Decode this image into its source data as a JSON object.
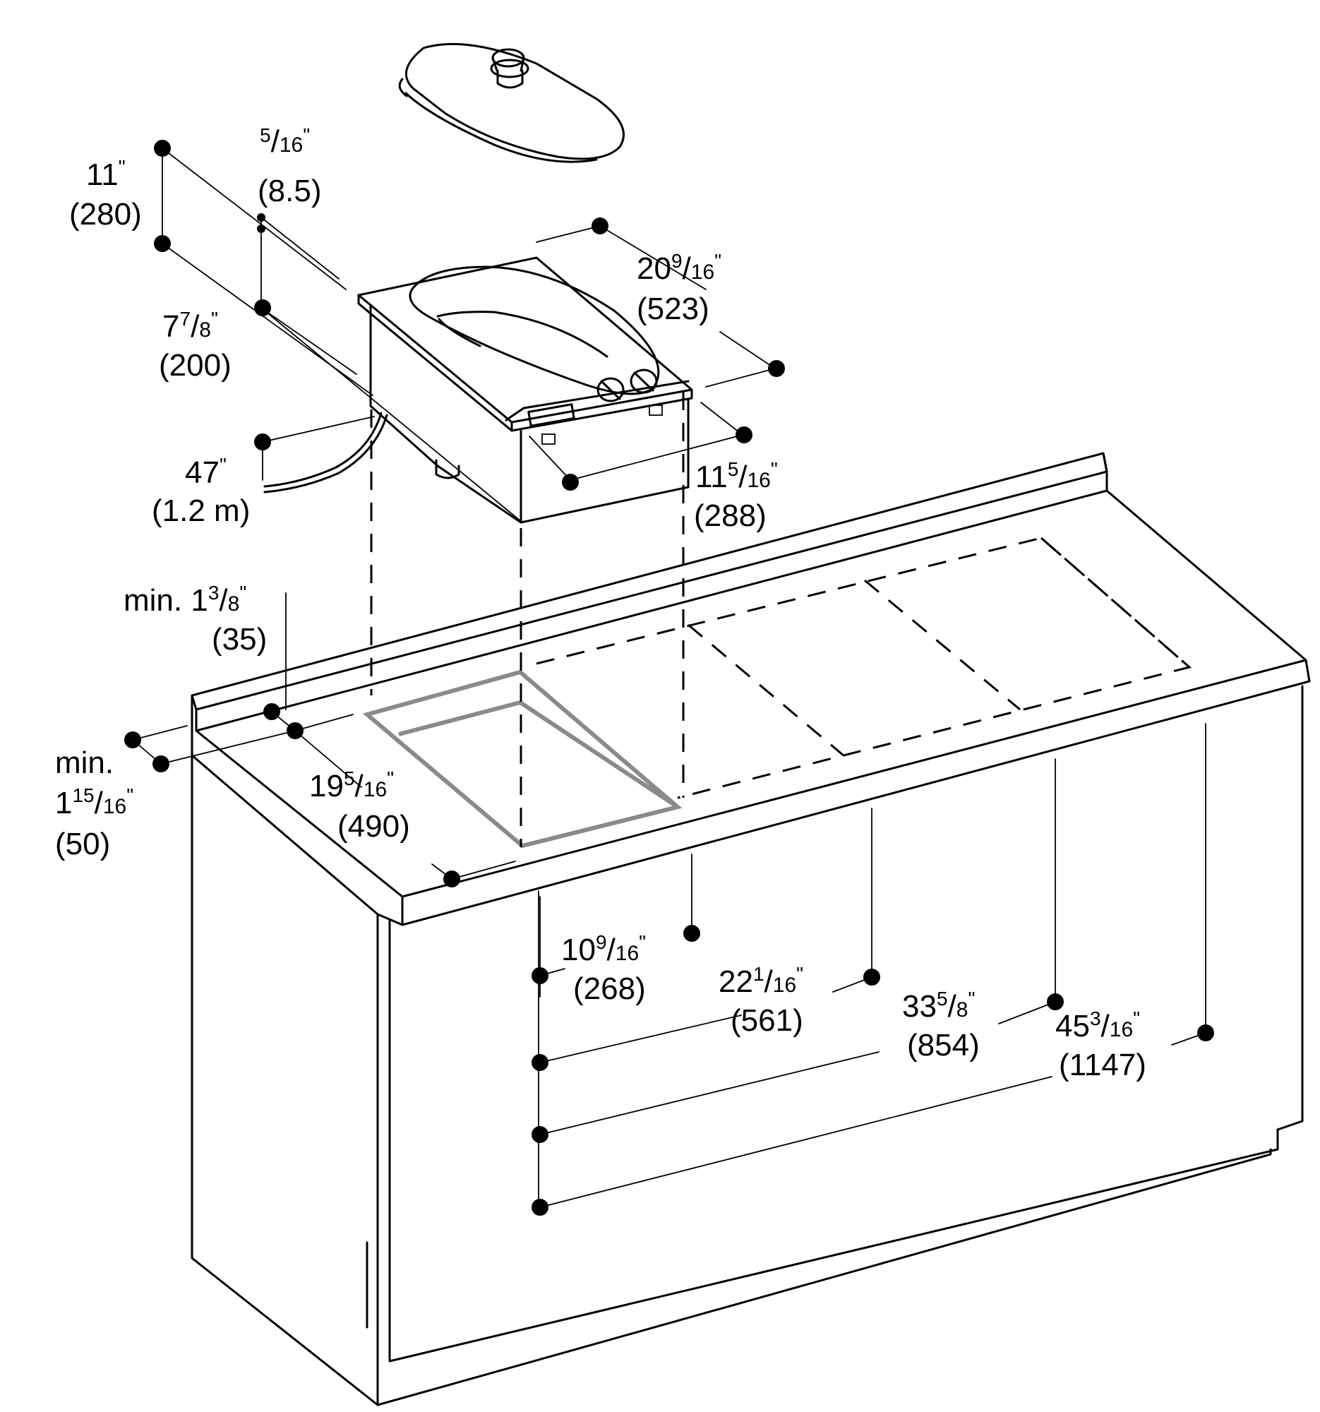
{
  "colors": {
    "line": "#000000",
    "cutout": "#8a8a8a",
    "background": "#ffffff"
  },
  "dimensions": {
    "height": {
      "in_whole": "11",
      "in_tail": "\"",
      "mm": "(280)"
    },
    "flange": {
      "in_num": "5",
      "in_den": "16",
      "in_tail": "\"",
      "mm": "(8.5)"
    },
    "box_height": {
      "in_whole": "7",
      "in_num": "7",
      "in_den": "8",
      "in_tail": "\"",
      "mm": "(200)"
    },
    "cord": {
      "in_whole": "47",
      "in_tail": "\"",
      "mm": "(1.2 m)"
    },
    "depth": {
      "in_whole": "20",
      "in_num": "9",
      "in_den": "16",
      "in_tail": "\"",
      "mm": "(523)"
    },
    "width": {
      "in_whole": "11",
      "in_num": "5",
      "in_den": "16",
      "in_tail": "\"",
      "mm": "(288)"
    },
    "min_back": {
      "prefix": "min. ",
      "in_whole": "1",
      "in_num": "3",
      "in_den": "8",
      "in_tail": "\"",
      "mm": "(35)"
    },
    "min_front": {
      "prefix": "min.",
      "in_whole": "1",
      "in_num": "15",
      "in_den": "16",
      "in_tail": "\"",
      "mm": "(50)"
    },
    "cutout_depth": {
      "in_whole": "19",
      "in_num": "5",
      "in_den": "16",
      "in_tail": "\"",
      "mm": "(490)"
    },
    "spacing_1": {
      "in_whole": "10",
      "in_num": "9",
      "in_den": "16",
      "in_tail": "\"",
      "mm": "(268)"
    },
    "spacing_2": {
      "in_whole": "22",
      "in_num": "1",
      "in_den": "16",
      "in_tail": "\"",
      "mm": "(561)"
    },
    "spacing_3": {
      "in_whole": "33",
      "in_num": "5",
      "in_den": "8",
      "in_tail": "\"",
      "mm": "(854)"
    },
    "spacing_4": {
      "in_whole": "45",
      "in_num": "3",
      "in_den": "16",
      "in_tail": "\"",
      "mm": "(1147)"
    }
  }
}
